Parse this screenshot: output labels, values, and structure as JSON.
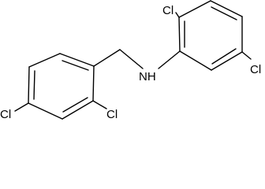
{
  "molecule": {
    "atoms": {
      "cl_a": "Cl",
      "cl_b": "Cl",
      "nh": "NH",
      "cl_c": "Cl",
      "cl_d": "Cl"
    }
  },
  "colors": {
    "bond": "#000000",
    "label": "#000000",
    "background": "#ffffff"
  }
}
